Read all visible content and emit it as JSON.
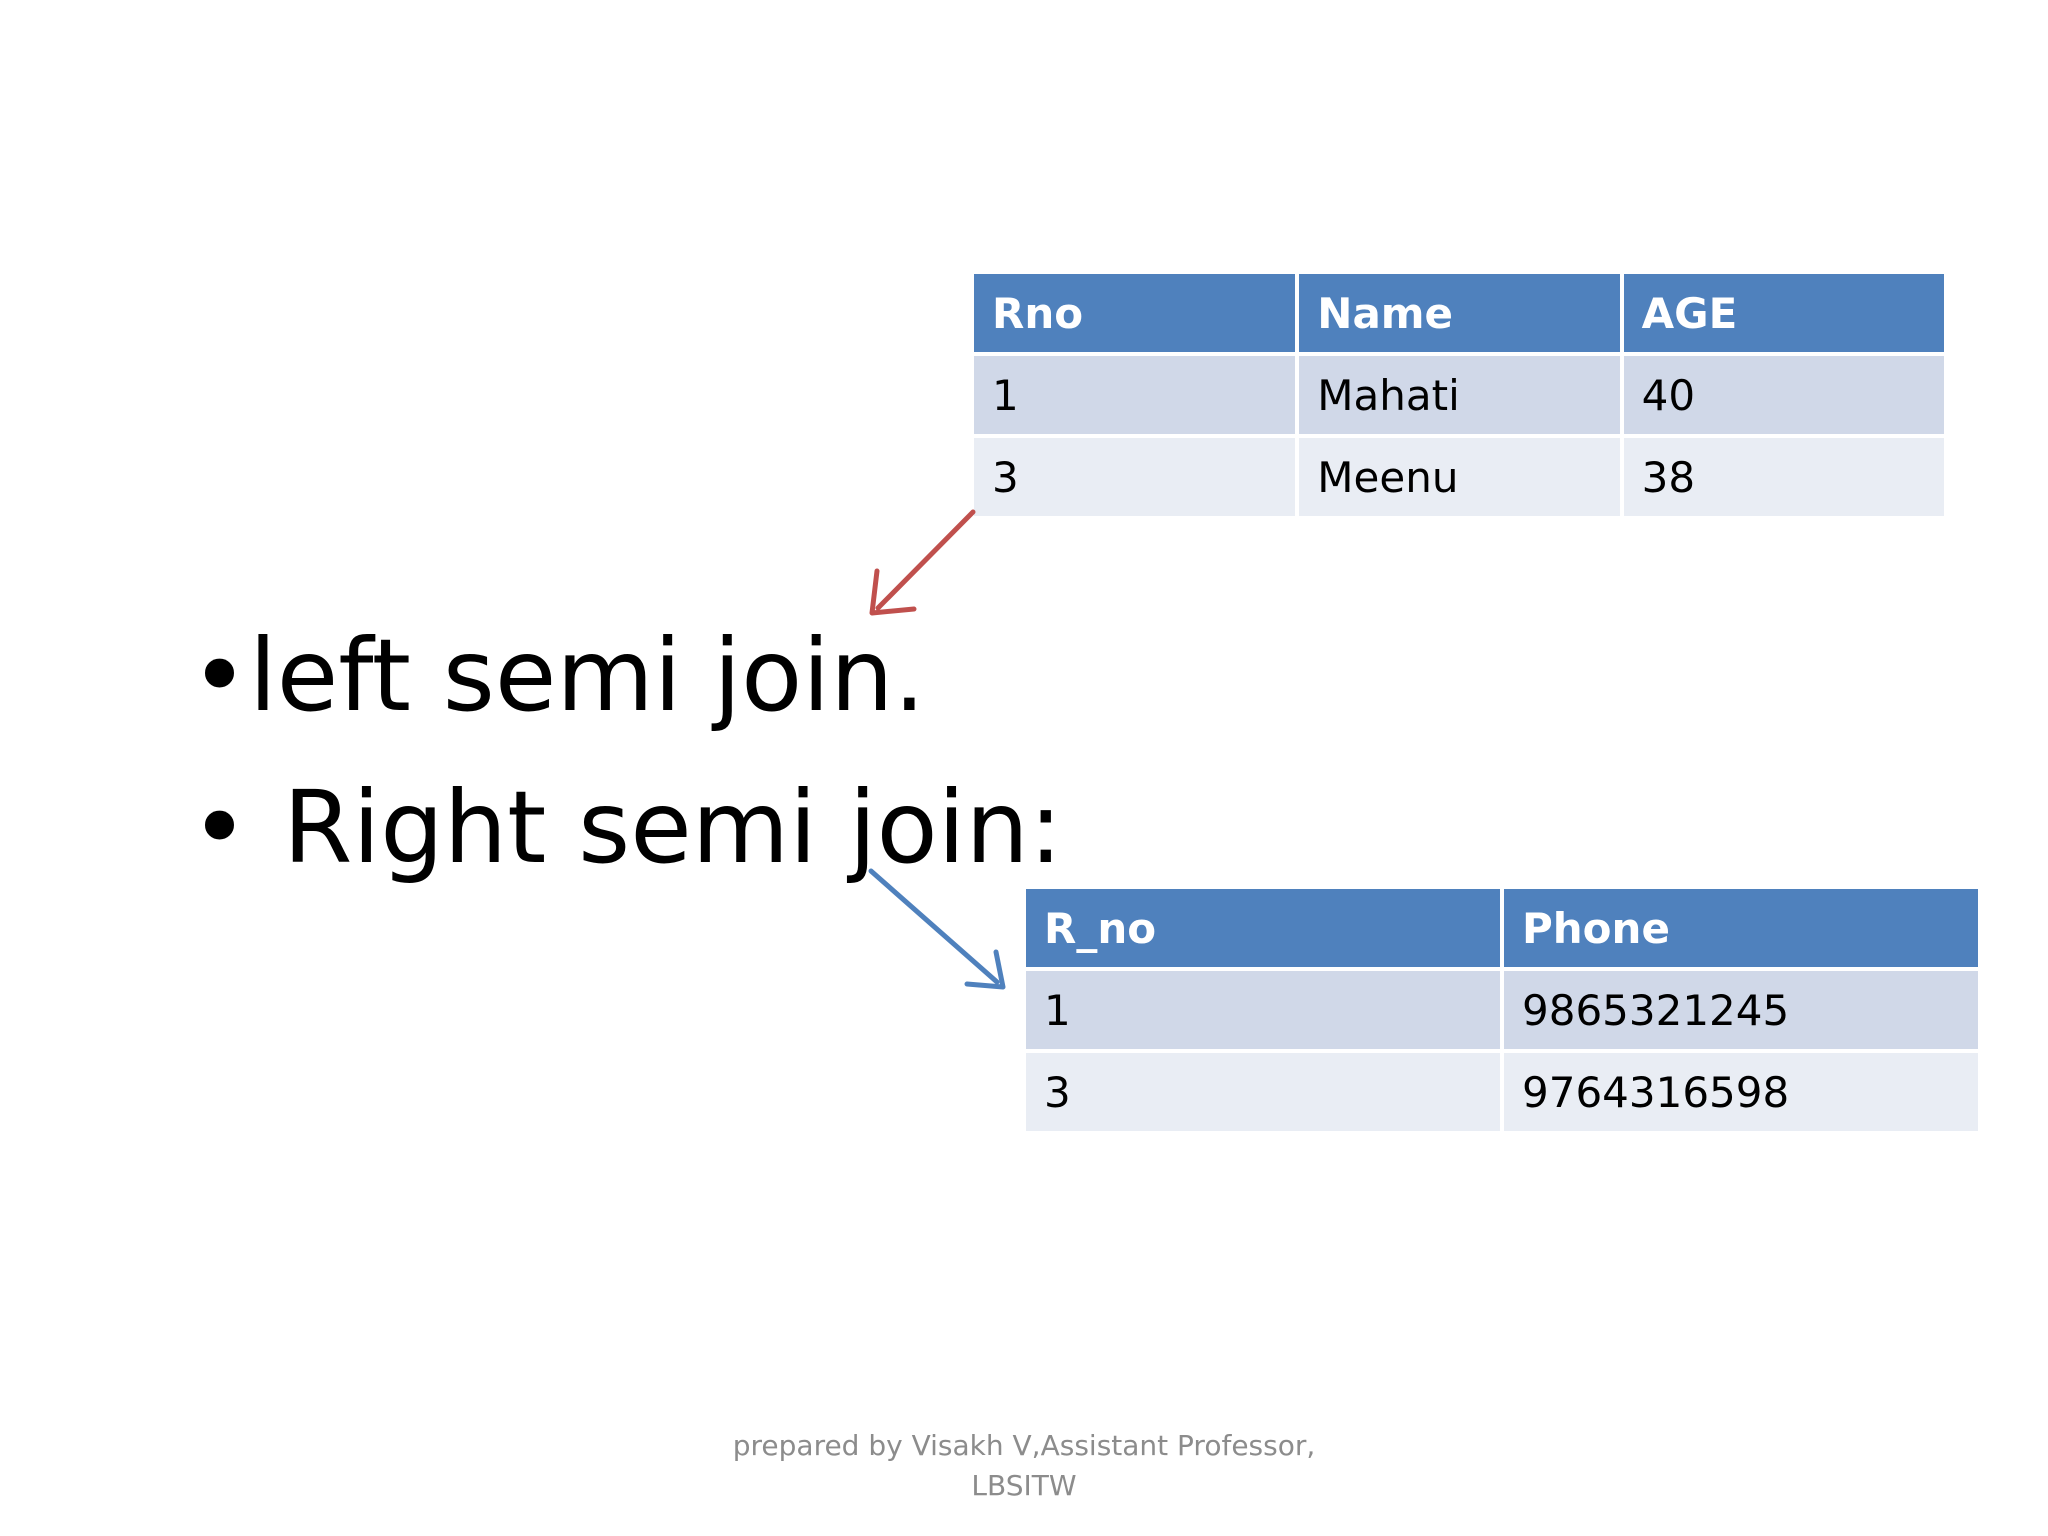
{
  "table_top": {
    "headers": [
      "Rno",
      "Name",
      "AGE"
    ],
    "rows": [
      [
        "1",
        "Mahati",
        "40"
      ],
      [
        "3",
        "Meenu",
        "38"
      ]
    ]
  },
  "table_bottom": {
    "headers": [
      "R_no",
      "Phone"
    ],
    "rows": [
      [
        "1",
        "9865321245"
      ],
      [
        "3",
        "9764316598"
      ]
    ]
  },
  "bullets": [
    {
      "marker": "•",
      "text": "left semi join."
    },
    {
      "marker": "•",
      "text": "Right semi join:"
    }
  ],
  "footer": {
    "line1": "prepared by Visakh V,Assistant Professor,",
    "line2": "LBSITW"
  },
  "colors": {
    "table_header": "#4f81bd",
    "row_odd": "#d0d8e8",
    "row_even": "#e9edf4",
    "arrow_left": "#c0504d",
    "arrow_right": "#4f81bd",
    "footer_text": "#8c8c8c"
  },
  "icons": {
    "arrow_left": "arrow-down-left-icon",
    "arrow_right": "arrow-down-right-icon"
  }
}
